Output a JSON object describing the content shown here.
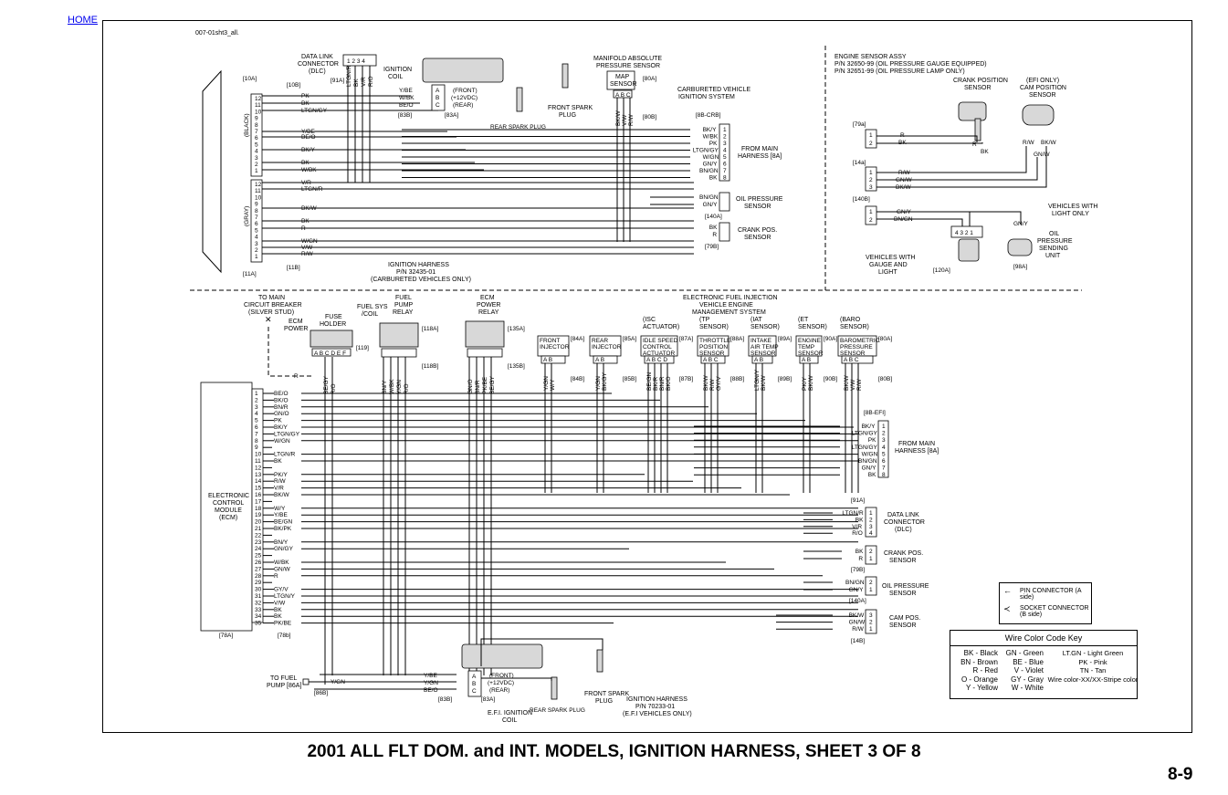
{
  "nav": {
    "home": "HOME"
  },
  "sheet_id": "007-01sht3_all.",
  "title": "2001 ALL FLT DOM. and INT. MODELS, IGNITION HARNESS, SHEET 3 OF 8",
  "page_number": "8-9",
  "top_section": {
    "dlc": "DATA LINK\nCONNECTOR\n(DLC)",
    "dlc_ref": "[91A]",
    "dlc_pins": "1 2 3 4",
    "dlc_wires": [
      "LTGN/R",
      "BK",
      "V/R",
      "R/O"
    ],
    "ignition_coil": "IGNITION\nCOIL",
    "coil_wires": [
      "Y/BE",
      "W/BK",
      "BE/O"
    ],
    "coil_pins": [
      "A",
      "B",
      "C"
    ],
    "coil_desc": [
      "(FRONT)",
      "(+12VDC)",
      "(REAR)"
    ],
    "coil_ref": "[83B]",
    "coil_ref2": "[83A]",
    "rear_plug": "REAR SPARK PLUG",
    "front_plug": "FRONT SPARK\nPLUG",
    "map_sensor_title": "MANIFOLD ABSOLUTE\nPRESSURE SENSOR",
    "map_sensor": "MAP\nSENSOR",
    "map_pins": "A B C",
    "map_ref": "[80A]",
    "map_ref2": "[80B]",
    "map_wires": [
      "BK/W",
      "V/W",
      "R/W"
    ],
    "carb_system": "CARBURETED VEHICLE\nIGNITION SYSTEM",
    "crb_ref": "[8B-CRB]",
    "from_main": "FROM MAIN\nHARNESS [8A]",
    "main_wires": [
      "BK/Y",
      "W/BK",
      "PK",
      "LTGN/GY",
      "W/GN",
      "GN/Y",
      "BN/GN",
      "BK"
    ],
    "oil_pressure": "OIL PRESSURE\nSENSOR",
    "oil_wires": [
      "BN/GN",
      "GN/Y"
    ],
    "oil_ref": "[140A]",
    "crank_pos": "CRANK POS.\nSENSOR",
    "crank_wires": [
      "BK",
      "R"
    ],
    "crank_ref": "[79B]",
    "ecu_black": "(BLACK)",
    "ecu_gray": "(GRAY)",
    "ecu_ref_top": "[10A]",
    "ecu_ref_top2": "[10B]",
    "ecu_ref_bot": "[11A]",
    "ecu_ref_bot2": "[11B]",
    "ecu_wires_black": [
      "PK",
      "BK",
      "LTGN/GY",
      "Y/BE",
      "BE/O",
      "BK/Y",
      "BK",
      "W/BK"
    ],
    "ecu_wires_gray": [
      "V/R",
      "LTGN/R",
      "BK/W",
      "BK",
      "R",
      "W/GN",
      "V/W",
      "R/W"
    ],
    "ignition_harness": "IGNITION HARNESS\nP/N 32435-01\n(CARBURETED VEHICLES ONLY)",
    "engine_sensor": "ENGINE SENSOR ASSY\nP/N 32650-99 (OIL PRESSURE GAUGE EQUIPPED)\nP/N 32651-99 (OIL PRESSURE LAMP ONLY)",
    "crank_position_sensor": "CRANK POSITION\nSENSOR",
    "cam_position_sensor": "(EFI ONLY)\nCAM POSITION\nSENSOR",
    "ref_79a": "[79a]",
    "ref_14a": "[14a]",
    "ref_140b": "[140B]",
    "sensor_wires_1": [
      "R",
      "BK"
    ],
    "sensor_wires_2": [
      "R/W",
      "GN/W",
      "BK/W"
    ],
    "sensor_wires_3": [
      "GN/Y",
      "BN/GN"
    ],
    "vehicles_light": "VEHICLES WITH\nLIGHT ONLY",
    "oil_sending": "OIL\nPRESSURE\nSENDING\nUNIT",
    "vehicles_gauge": "VEHICLES WITH\nGAUGE AND\nLIGHT",
    "ref_120a": "[120A]",
    "ref_98a": "[98A]",
    "sender_pins": "4 3 2 1"
  },
  "bottom_section": {
    "circuit_breaker": "TO MAIN\nCIRCUIT BREAKER\n(SILVER STUD)",
    "ecm_power": "ECM\nPOWER",
    "fuse_holder": "FUSE\nHOLDER",
    "fuel_coil": "FUEL SYS\n/COIL",
    "fuse_pins": "A B C D E F",
    "fuse_ref": "[119]",
    "fuel_pump_relay": "FUEL\nPUMP\nRELAY",
    "fpr_ref": "[118A]",
    "fpr_ref2": "[118B]",
    "ecm_power_relay": "ECM\nPOWER\nRELAY",
    "epr_ref": "[135A]",
    "epr_ref2": "[135B]",
    "efi_title": "ELECTRONIC FUEL INJECTION\nVEHICLE ENGINE\nMANAGEMENT SYSTEM",
    "front_injector": "FRONT\nINJECTOR",
    "fi_ref": "[84A]",
    "fi_ref2": "[84B]",
    "rear_injector": "REAR\nINJECTOR",
    "ri_ref": "[85A]",
    "ri_ref2": "[85B]",
    "isc": "(ISC\nACTUATOR)",
    "idle_speed": "IDLE SPEED\nCONTROL\nACTUATOR",
    "isc_ref": "[87A]",
    "isc_ref2": "[87B]",
    "tp": "(TP\nSENSOR)",
    "throttle": "THROTTLE\nPOSITION\nSENSOR",
    "tp_ref": "[88A]",
    "tp_ref2": "[88B]",
    "iat": "(IAT\nSENSOR)",
    "intake": "INTAKE\nAIR TEMP\nSENSOR",
    "iat_ref": "[89A]",
    "iat_ref2": "[89B]",
    "et": "(ET\nSENSOR)",
    "engine_temp": "ENGINE\nTEMP\nSENSOR",
    "et_ref": "[90A]",
    "et_ref2": "[90B]",
    "baro": "(BARO\nSENSOR)",
    "barometric": "BAROMETRIC\nPRESSURE\nSENSOR",
    "baro_ref": "[80A]",
    "baro_ref2": "[80B]",
    "ecm": "ELECTRONIC\nCONTROL\nMODULE\n(ECM)",
    "ecm_ref": "[78A]",
    "ecm_ref2": "[78b]",
    "ecm_pins": [
      "1",
      "2",
      "3",
      "4",
      "5",
      "6",
      "7",
      "8",
      "9",
      "10",
      "11",
      "12",
      "13",
      "14",
      "15",
      "16",
      "17",
      "18",
      "19",
      "20",
      "21",
      "22",
      "23",
      "24",
      "25",
      "26",
      "27",
      "28",
      "29",
      "30",
      "31",
      "32",
      "33",
      "34",
      "35"
    ],
    "ecm_wires": [
      "BE/O",
      "BK/O",
      "BN/R",
      "GN/O",
      "PK",
      "BK/Y",
      "LTGN/GY",
      "W/GN",
      "",
      "LTGN/R",
      "BK",
      "",
      "PK/Y",
      "R/W",
      "V/R",
      "BK/W",
      "",
      "W/Y",
      "Y/BE",
      "BE/GN",
      "BK/PK",
      "",
      "BN/Y",
      "GN/GY",
      "",
      "W/BK",
      "GN/W",
      "R",
      "",
      "GY/V",
      "LTGN/Y",
      "V/W",
      "BK",
      "BK",
      "PK/BE"
    ],
    "efi_ref": "[8B-EFI]",
    "from_main": "FROM MAIN\nHARNESS [8A]",
    "main_wires": [
      "BK/Y",
      "LTGN/GY",
      "PK",
      "LTGN/GY",
      "W/GN",
      "BN/GN",
      "GN/Y",
      "BK"
    ],
    "dlc_ref": "[91A]",
    "dlc": "DATA LINK\nCONNECTOR\n(DLC)",
    "dlc_wires": [
      "LTGN/R",
      "BK",
      "V/R",
      "R/O"
    ],
    "crank_pos": "CRANK POS.\nSENSOR",
    "crank_wires": [
      "BK",
      "R"
    ],
    "crank_ref": "[79B]",
    "oil_pressure": "OIL PRESSURE\nSENSOR",
    "oil_wires": [
      "BN/GN",
      "GN/Y"
    ],
    "oil_ref": "[140A]",
    "cam_pos": "CAM POS.\nSENSOR",
    "cam_wires": [
      "BK/W",
      "GN/W",
      "R/W"
    ],
    "cam_ref": "[14B]",
    "to_fuel_pump": "TO FUEL\nPUMP [86A]",
    "fuel_pump_ref": "[86B]",
    "efi_coil": "E.F.I. IGNITION\nCOIL",
    "coil_wires": [
      "Y/BE",
      "Y/GN",
      "BE/O"
    ],
    "coil_ref": "[83B]",
    "coil_ref2": "[83A]",
    "coil_desc": [
      "(FRONT)",
      "(+12VDC)",
      "(REAR)"
    ],
    "rear_plug": "REAR SPARK PLUG",
    "front_plug": "FRONT SPARK\nPLUG",
    "ign_harness": "IGNITION HARNESS\nP/N 70233-01\n(E.F.I VEHICLES ONLY)",
    "yg_wire": "Y/GN"
  },
  "legend": {
    "pin": "PIN CONNECTOR\n(A side)",
    "socket": "SOCKET CONNECTOR\n(B side)"
  },
  "wire_key": {
    "title": "Wire Color Code Key",
    "col1": [
      "BK - Black",
      "BN - Brown",
      "R - Red",
      "O - Orange",
      "Y - Yellow"
    ],
    "col2": [
      "GN - Green",
      "BE - Blue",
      "V - Violet",
      "GY - Gray",
      "W - White"
    ],
    "col3": [
      "LT.GN - Light Green",
      "PK - Pink",
      "TN - Tan",
      "Wire color-XX/XX-Stripe color"
    ]
  }
}
